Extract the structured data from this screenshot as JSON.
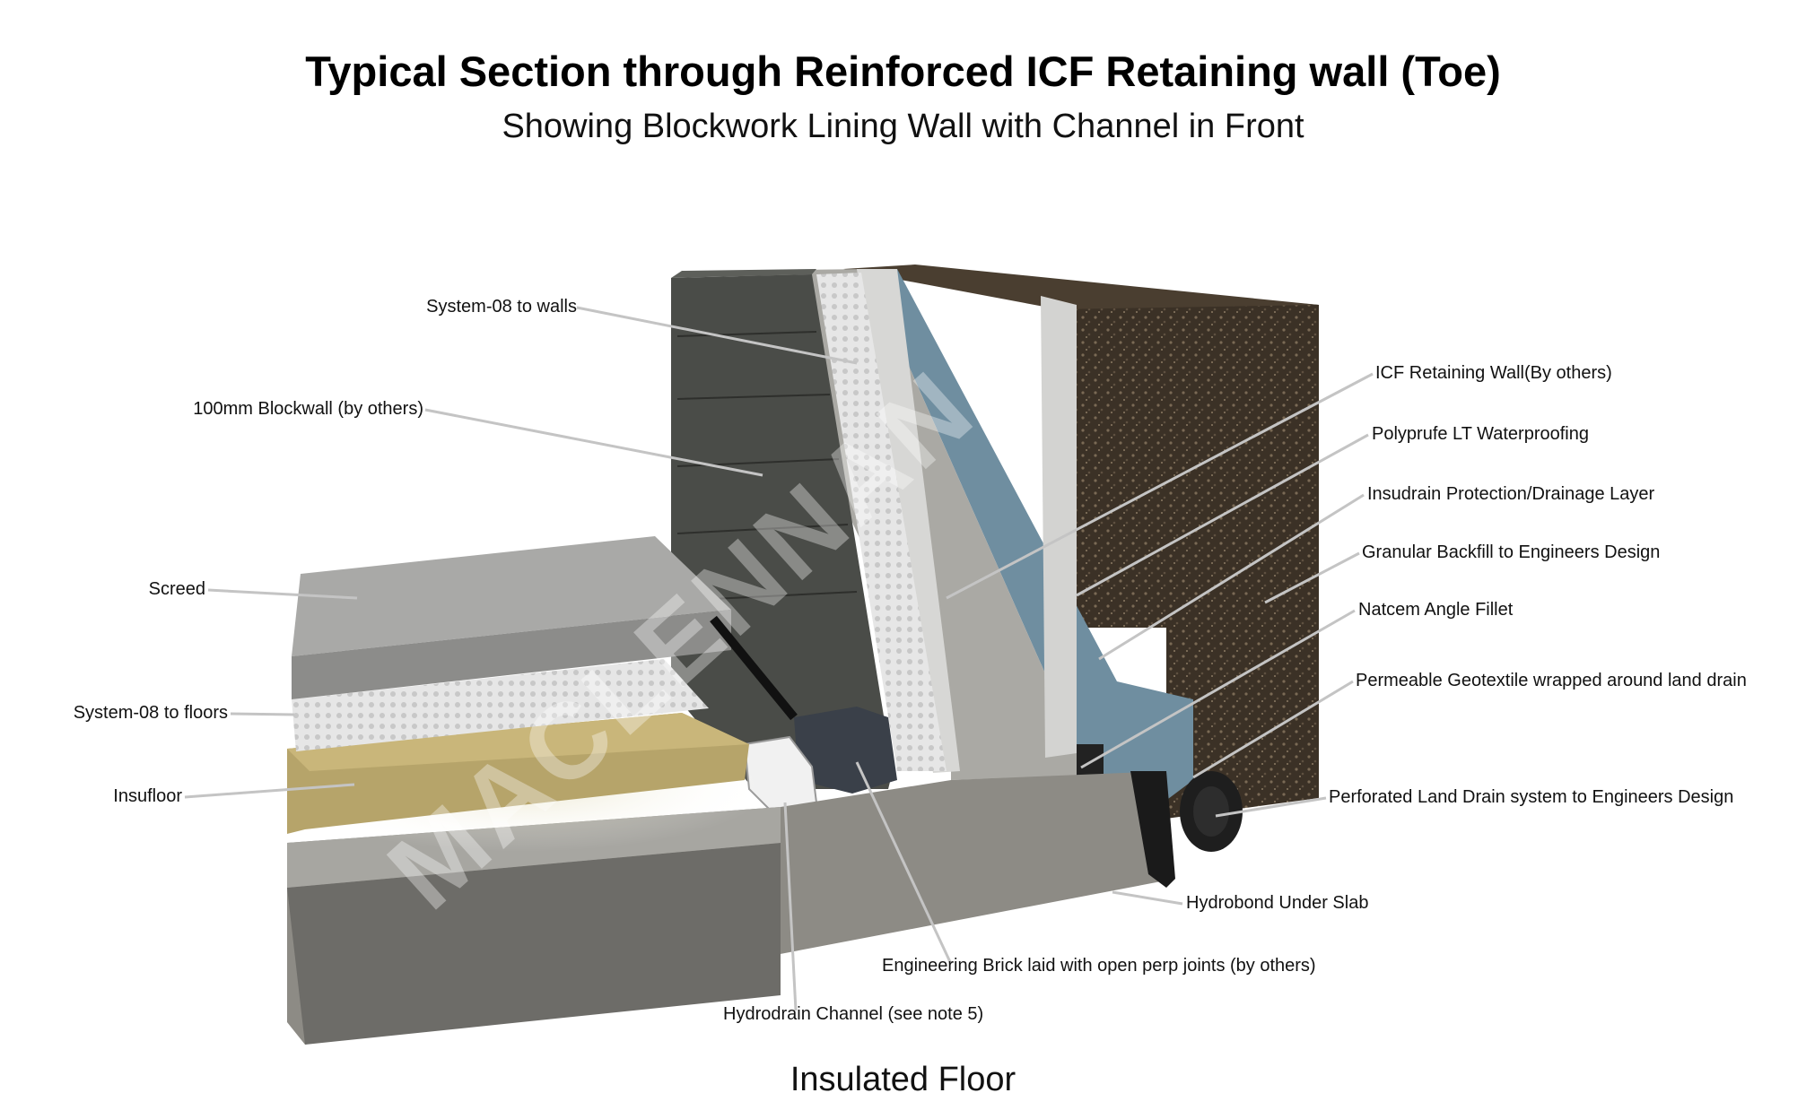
{
  "title": "Typical Section through Reinforced ICF Retaining wall (Toe)",
  "subtitle": "Showing Blockwork Lining Wall with Channel in Front",
  "caption": "Insulated Floor",
  "watermark": "MACLENNAN",
  "labels": {
    "system08_walls": "System-08 to walls",
    "blockwall": "100mm Blockwall (by others)",
    "screed": "Screed",
    "system08_floors": "System-08 to floors",
    "insufloor": "Insufloor",
    "icf_wall": "ICF Retaining Wall(By others)",
    "polyprufe": "Polyprufe LT Waterproofing",
    "insudrain": "Insudrain Protection/Drainage Layer",
    "granular": "Granular Backfill to Engineers Design",
    "natcem": "Natcem Angle Fillet",
    "geotextile": "Permeable Geotextile wrapped around land drain",
    "land_drain": "Perforated Land Drain system to Engineers Design",
    "hydrobond": "Hydrobond Under Slab",
    "eng_brick": "Engineering Brick laid with open perp joints (by others)",
    "hydrodrain": "Hydrodrain Channel (see  note 5)"
  },
  "colors": {
    "soil": "#3b3126",
    "concrete": "#8d8b85",
    "blockwork": "#4a4c48",
    "insufloor": "#b6a46a",
    "waterproofing": "#6f8ea0",
    "screed": "#9e9e9c",
    "leader": "#c4c4c4"
  }
}
